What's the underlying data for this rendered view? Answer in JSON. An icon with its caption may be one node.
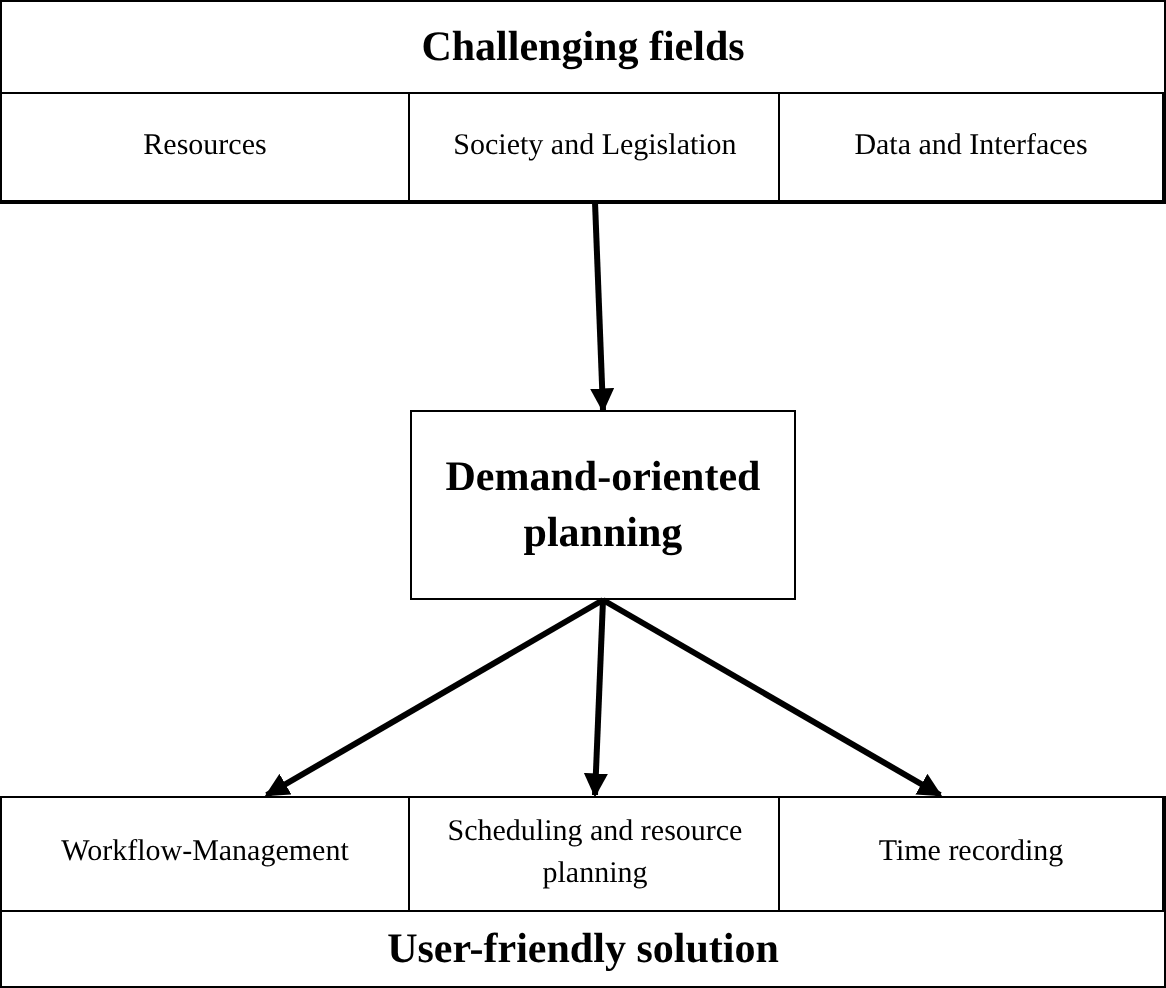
{
  "diagram": {
    "nodes": [
      {
        "text": [
          "Challenging fields"
        ]
      },
      {
        "text": [
          "Resources"
        ],
        "in": 0
      },
      {
        "text": [
          "Society and Legislation"
        ],
        "in": 0
      },
      {
        "text": [
          "Data and Interfaces"
        ],
        "in": 0
      },
      {
        "text": [
          "Demand-oriented planning"
        ]
      },
      {
        "text": [
          "User-friendly solution"
        ]
      },
      {
        "text": [
          "Workflow-Management"
        ],
        "in": 5
      },
      {
        "text": [
          "Scheduling and resource planning"
        ],
        "in": 5
      },
      {
        "text": [
          "Time recording"
        ],
        "in": 5
      }
    ],
    "edges": [
      {
        "from": 2,
        "to": 4,
        "arrow": "to"
      },
      {
        "from": 4,
        "to": 6,
        "arrow": "to"
      },
      {
        "from": 4,
        "to": 7,
        "arrow": "to"
      },
      {
        "from": 4,
        "to": 8,
        "arrow": "to"
      }
    ]
  }
}
